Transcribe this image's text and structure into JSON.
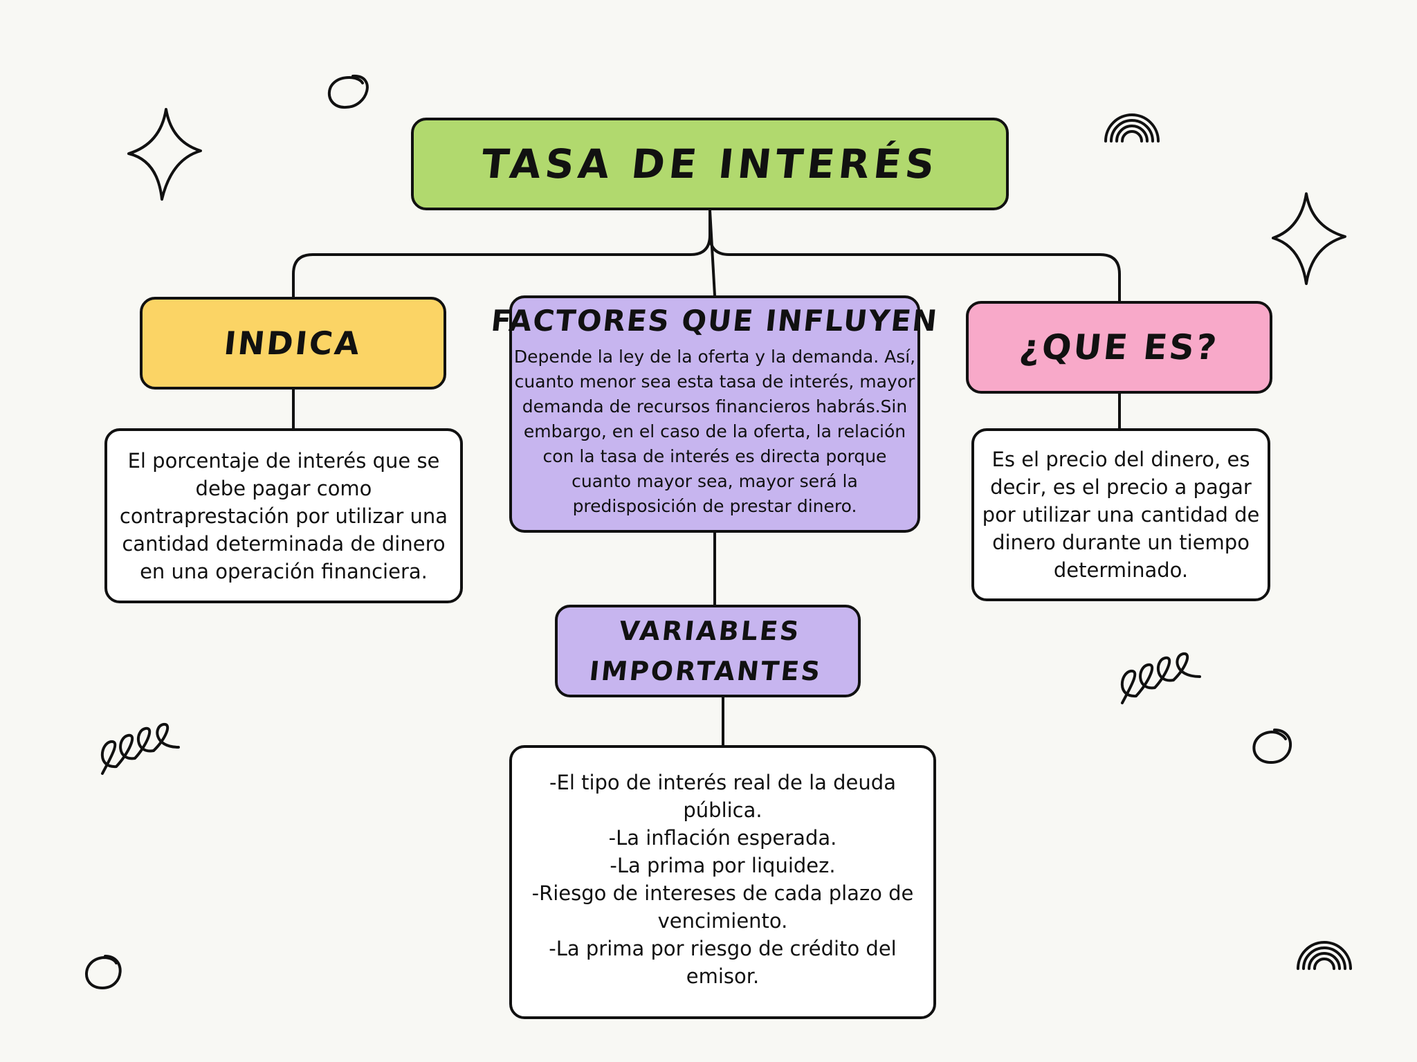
{
  "title": "TASA DE INTERÉS",
  "nodes": {
    "indica": {
      "heading": "INDICA",
      "text": "El porcentaje de interés que se\ndebe pagar como\ncontraprestación por utilizar una\ncantidad determinada de dinero\nen una operación financiera."
    },
    "factores": {
      "heading": "FACTORES QUE INFLUYEN",
      "text": "Depende la ley de la oferta y la demanda. Así,\ncuanto menor sea esta tasa de interés, mayor\ndemanda de recursos financieros habrás.Sin\nembargo, en el caso de la oferta, la relación\ncon la tasa de interés es directa porque\ncuanto mayor sea, mayor será la\npredisposición de prestar dinero."
    },
    "que_es": {
      "heading": "¿QUE ES?",
      "text": "Es el precio del dinero, es\ndecir, es el precio a pagar\npor utilizar una cantidad de\ndinero durante un tiempo\ndeterminado."
    },
    "variables": {
      "heading": "VARIABLES\nIMPORTANTES",
      "text": "-El tipo de interés real de la deuda pública.\n-La inflación esperada.\n-La prima por liquidez.\n-Riesgo de intereses de cada plazo de\nvencimiento.\n-La prima por riesgo de crédito del emisor."
    }
  },
  "colors": {
    "background": "#f8f8f4",
    "title_box": "#b1d96e",
    "indica_box": "#fbd465",
    "factores_box": "#c7b5ef",
    "que_es_box": "#f8a9c9",
    "variables_box": "#c7b5ef",
    "text_box": "#ffffff",
    "outline": "#111111"
  },
  "decorations": [
    "sparkle-icon",
    "circle-doodle-icon",
    "rainbow-icon",
    "loop-doodle-icon"
  ]
}
